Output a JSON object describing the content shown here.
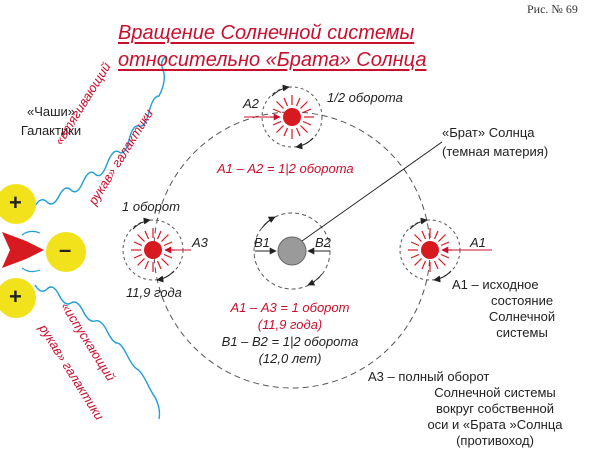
{
  "fig_label": "Рис. № 69",
  "title": {
    "line1": "Вращение Солнечной системы",
    "line2": "относительно «Брата» Солнца"
  },
  "left": {
    "cups_line1": "«Чаши»",
    "cups_line2": "Галактики",
    "plus": "+",
    "minus": "–",
    "pull_sleeve_line1": "«втягивающий",
    "pull_sleeve_line2": "рукав» галактики",
    "release_sleeve_line1": "«испускающий",
    "release_sleeve_line2": "рукав» галактики"
  },
  "positions": {
    "a1": "А1",
    "a2": "А2",
    "a3": "А3",
    "b1": "В1",
    "b2": "В2"
  },
  "labels": {
    "half_turn": "1/2 оборота",
    "one_turn": "1 оборот",
    "years_11_9": "11,9 года",
    "brother_line1": "«Брат» Солнца",
    "brother_line2": "(темная материя)",
    "a1_a2": "А1 – А2 = 1|2 оборота",
    "a1_a3": "А1 – А3 = 1 оборот",
    "a1_a3_years": "(11,9 года)",
    "b1_b2": "В1 – В2 = 1|2 оборота",
    "b1_b2_years": "(12,0 лет)",
    "a1_desc": [
      "А1 – исходное",
      "состояние",
      "Солнечной",
      "системы"
    ],
    "a3_desc": [
      "А3 – полный оборот",
      "Солнечной системы",
      "вокруг собственной",
      "оси и «Брата »Солнца",
      "(противоход)"
    ]
  },
  "colors": {
    "accent": "#c8102e",
    "sun": "#d71920",
    "cups": "#f2e21b",
    "brother": "#9a9a9a",
    "sleeve": "#1f9fd8"
  }
}
